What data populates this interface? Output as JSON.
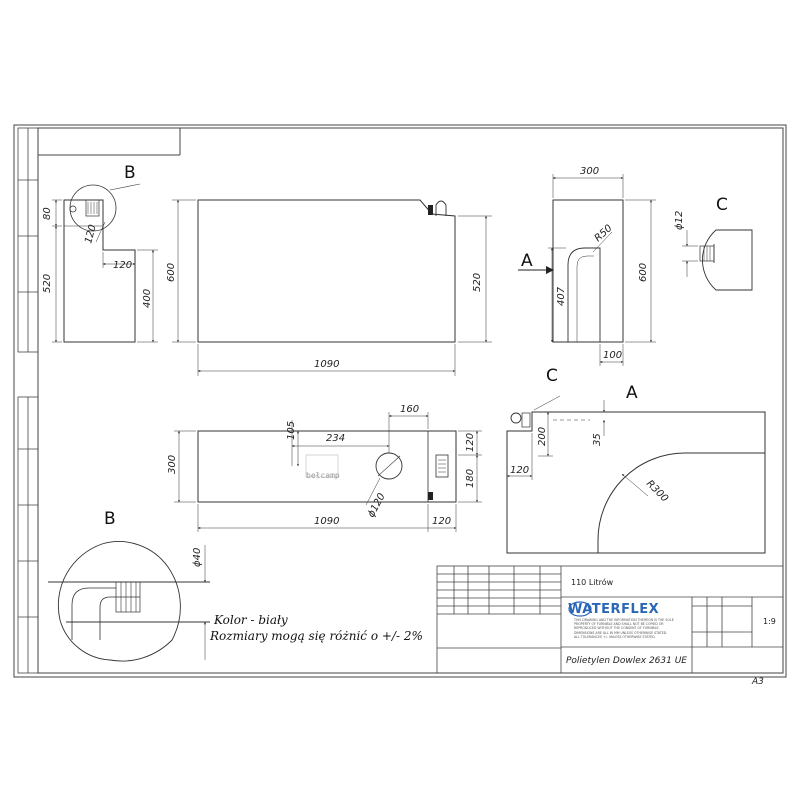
{
  "drawing": {
    "capacity": "110 Litrów",
    "brand": "WATERFLEX",
    "brand_notice": [
      "THIS DRAWING AND THE INFORMATION THEREON IS THE SOLE",
      "PROPERTY OF FURNIBLE AND SHALL NOT BE COPIED OR",
      "REPRODUCED WITHOUT THE CONSENT OF FURNIBLE.",
      "DIMENSIONS ARE ALL IN MM UNLESS OTHERWISE STATED.",
      "ALL TOLERANCES +/- UNLESS OTHERWISE STATED."
    ],
    "scale": "1:9",
    "material": "Polietylen Dowlex 2631 UE",
    "sheet_size": "A3",
    "watermark": "bełcamp"
  },
  "notes": {
    "color": "Kolor - biały",
    "tolerance": "Rozmiary mogą się różnić o +/- 2%"
  },
  "views": {
    "detail_B": "B",
    "detail_B_zoom": "B",
    "detail_C": "C",
    "detail_C_ref": "C",
    "section_A": "A",
    "section_A_detail": "A"
  },
  "dimensions": {
    "side_80": "80",
    "side_520": "520",
    "side_120_diag": "120",
    "side_120": "120",
    "side_400": "400",
    "front_600": "600",
    "front_520": "520",
    "front_1090": "1090",
    "right_300": "300",
    "right_R50": "R50",
    "right_407": "407",
    "right_600": "600",
    "right_100": "100",
    "c_phi12": "ϕ12",
    "top_300": "300",
    "top_105": "105",
    "top_234": "234",
    "top_160": "160",
    "top_120": "120",
    "top_180": "180",
    "top_phi120": "ϕ120",
    "top_1090": "1090",
    "top_120_b": "120",
    "a_200": "200",
    "a_35": "35",
    "a_120": "120",
    "a_R300": "R300",
    "b_phi40": "ϕ40"
  }
}
